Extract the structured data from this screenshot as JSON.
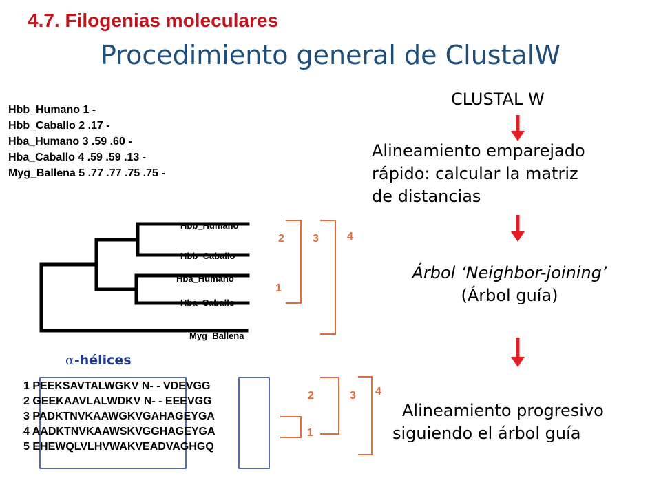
{
  "section_title": "4.7. Filogenias moleculares",
  "main_title": "Procedimiento general de  ClustalW",
  "distance_matrix": [
    "Hbb_Humano 1  -",
    "Hbb_Caballo  2  .17  -",
    "Hba_Humano 3  .59  .60  -",
    "Hba_Caballo  4  .59  .59  .13  -",
    "Myg_Ballena  5  .77  .77  .75  .75  -"
  ],
  "tree": {
    "leaves": [
      "Hbb_Humano",
      "Hbb_Caballo",
      "Hba_Humano",
      "Hba_Caballo",
      "Myg_Ballena"
    ],
    "clade_labels": [
      "2",
      "3",
      "4",
      "1"
    ]
  },
  "alignment": {
    "heading": "-hélices",
    "heading_symbol": "α",
    "rows": [
      "1  PEEKSAVTALWGKV  N-  - VDEVGG",
      "2  GEEKAAVLALWDKV  N- - EEEVGG",
      "3  PADKTNVKAAWGKVGAHAGEYGA",
      "4  AADKTNVKAAWSKVGGHAGEYGA",
      "5  EHEWQLVLHVWAKVEADVAGHGQ"
    ],
    "clade_labels": [
      "2",
      "3",
      "4",
      "1"
    ]
  },
  "steps": {
    "step1": "CLUSTAL W",
    "step2_lines": [
      "Alineamiento emparejado",
      "rápido: calcular la matriz",
      "de distancias"
    ],
    "step3_lines": [
      "Árbol ‘Neighbor-joining’",
      "(Árbol guía)"
    ],
    "step4_lines": [
      "Alineamiento progresivo",
      "siguiendo el árbol guía"
    ]
  },
  "colors": {
    "section_title": "#c0171f",
    "main_title": "#1f4e79",
    "arrow": "#e31b23",
    "bracket": "#e36c3d",
    "box": "#1f3b8c"
  }
}
